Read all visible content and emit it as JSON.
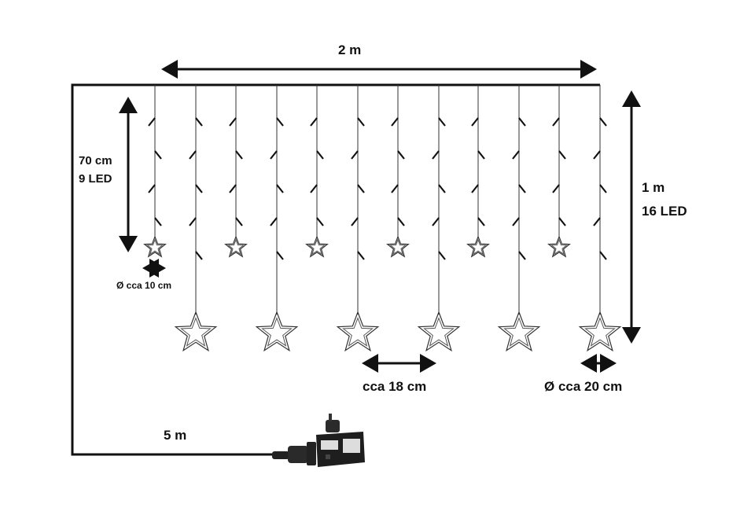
{
  "labels": {
    "width": "2 m",
    "height": "1 m",
    "height_leds": "16 LED",
    "short_length": "70 cm",
    "short_leds": "9 LED",
    "small_star": "Ø cca 10 cm",
    "star_spacing": "cca 18 cm",
    "big_star": "Ø cca 20 cm",
    "cable": "5 m"
  },
  "colors": {
    "line": "#111111",
    "adapter": "#1e1e1e"
  }
}
